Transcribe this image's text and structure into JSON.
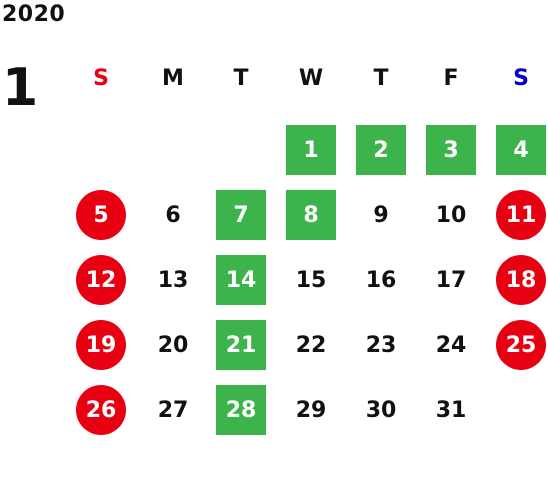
{
  "calendar": {
    "year": "2020",
    "month": "1",
    "weekdays": [
      "S",
      "M",
      "T",
      "W",
      "T",
      "F",
      "S"
    ],
    "weekday_colors": [
      "#e60012",
      "#111111",
      "#111111",
      "#111111",
      "#111111",
      "#111111",
      "#0000cc"
    ],
    "colors": {
      "green": "#3cb44b",
      "red": "#e60012"
    },
    "days": [
      {
        "day": "1",
        "row": 0,
        "col": 3,
        "style": "green"
      },
      {
        "day": "2",
        "row": 0,
        "col": 4,
        "style": "green"
      },
      {
        "day": "3",
        "row": 0,
        "col": 5,
        "style": "green"
      },
      {
        "day": "4",
        "row": 0,
        "col": 6,
        "style": "green"
      },
      {
        "day": "5",
        "row": 1,
        "col": 0,
        "style": "red"
      },
      {
        "day": "6",
        "row": 1,
        "col": 1,
        "style": "plain"
      },
      {
        "day": "7",
        "row": 1,
        "col": 2,
        "style": "green"
      },
      {
        "day": "8",
        "row": 1,
        "col": 3,
        "style": "green"
      },
      {
        "day": "9",
        "row": 1,
        "col": 4,
        "style": "plain"
      },
      {
        "day": "10",
        "row": 1,
        "col": 5,
        "style": "plain"
      },
      {
        "day": "11",
        "row": 1,
        "col": 6,
        "style": "red"
      },
      {
        "day": "12",
        "row": 2,
        "col": 0,
        "style": "red"
      },
      {
        "day": "13",
        "row": 2,
        "col": 1,
        "style": "plain"
      },
      {
        "day": "14",
        "row": 2,
        "col": 2,
        "style": "green"
      },
      {
        "day": "15",
        "row": 2,
        "col": 3,
        "style": "plain"
      },
      {
        "day": "16",
        "row": 2,
        "col": 4,
        "style": "plain"
      },
      {
        "day": "17",
        "row": 2,
        "col": 5,
        "style": "plain"
      },
      {
        "day": "18",
        "row": 2,
        "col": 6,
        "style": "red"
      },
      {
        "day": "19",
        "row": 3,
        "col": 0,
        "style": "red"
      },
      {
        "day": "20",
        "row": 3,
        "col": 1,
        "style": "plain"
      },
      {
        "day": "21",
        "row": 3,
        "col": 2,
        "style": "green"
      },
      {
        "day": "22",
        "row": 3,
        "col": 3,
        "style": "plain"
      },
      {
        "day": "23",
        "row": 3,
        "col": 4,
        "style": "plain"
      },
      {
        "day": "24",
        "row": 3,
        "col": 5,
        "style": "plain"
      },
      {
        "day": "25",
        "row": 3,
        "col": 6,
        "style": "red"
      },
      {
        "day": "26",
        "row": 4,
        "col": 0,
        "style": "red"
      },
      {
        "day": "27",
        "row": 4,
        "col": 1,
        "style": "plain"
      },
      {
        "day": "28",
        "row": 4,
        "col": 2,
        "style": "green"
      },
      {
        "day": "29",
        "row": 4,
        "col": 3,
        "style": "plain"
      },
      {
        "day": "30",
        "row": 4,
        "col": 4,
        "style": "plain"
      },
      {
        "day": "31",
        "row": 4,
        "col": 5,
        "style": "plain"
      }
    ]
  }
}
